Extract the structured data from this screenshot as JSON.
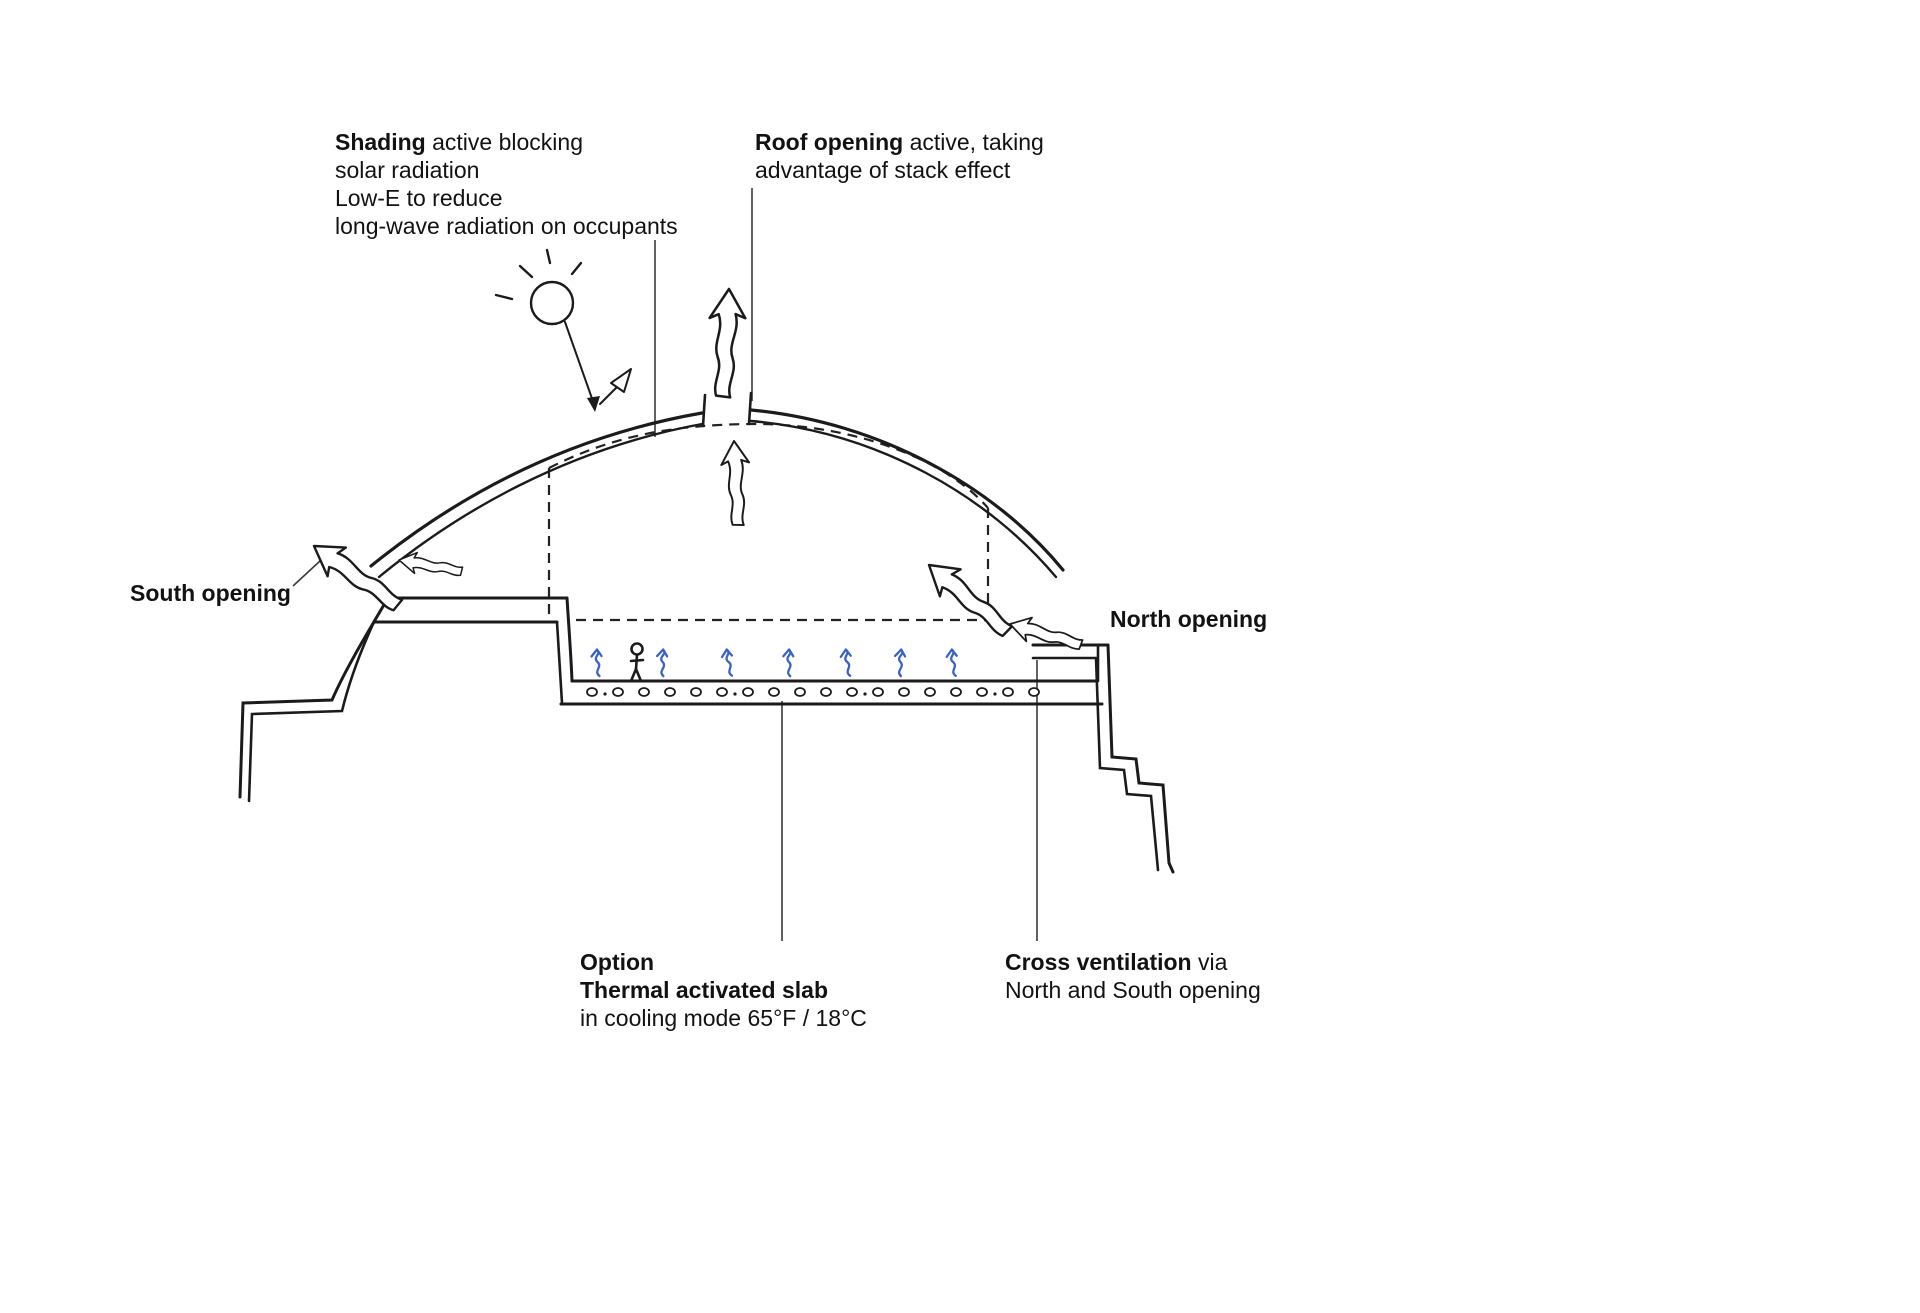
{
  "colors": {
    "ink": "#1b1b1b",
    "cooling_blue": "#3a63c8",
    "background": "#ffffff"
  },
  "icons": {
    "sun": "sun-icon",
    "airflow": "airflow-arrow-icon",
    "cooling": "cooling-squiggle-icon",
    "person": "person-icon",
    "pipe": "radiant-pipe-icon"
  },
  "labels": {
    "shading": {
      "term": "Shading",
      "after_term": " active blocking",
      "line2": "solar radiation",
      "line3": "Low-E to reduce",
      "line4": "long-wave radiation on occupants"
    },
    "roof_opening": {
      "term": "Roof opening",
      "after_term": " active, taking",
      "line2": "advantage of stack effect"
    },
    "south_opening": {
      "term": "South opening"
    },
    "north_opening": {
      "term": "North opening"
    },
    "slab_option": {
      "line1": "Option",
      "line2": "Thermal activated slab",
      "line3": "in cooling mode 65°F / 18°C"
    },
    "cross_ventilation": {
      "term": "Cross ventilation",
      "after_term": " via",
      "line2": "North and South opening"
    }
  }
}
